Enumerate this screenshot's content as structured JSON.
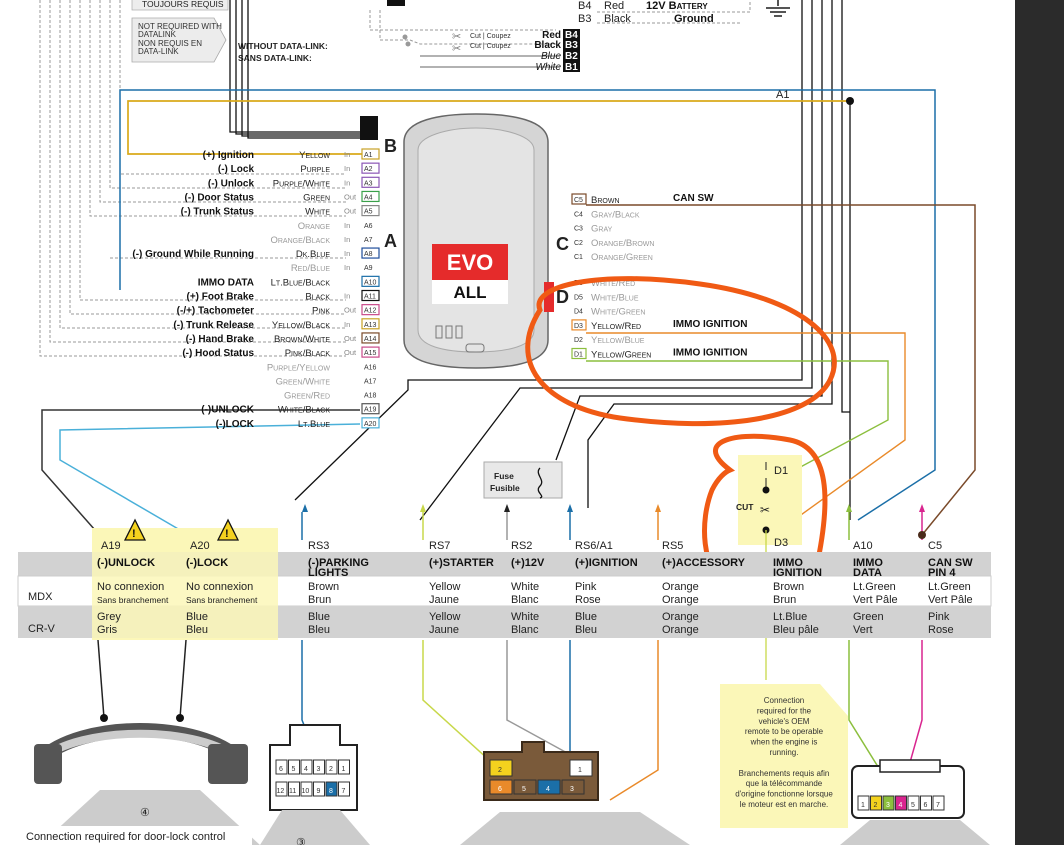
{
  "top": {
    "toujours": "TOUJOURS REQUIS",
    "not_required": [
      "NOT REQUIRED WITH",
      "DATALINK",
      "NON REQUIS EN",
      "DATA-LINK"
    ],
    "without_datalink": [
      "WITHOUT DATA-LINK:",
      "SANS DATA-LINK:"
    ],
    "b4": "B4",
    "b4_color": "Red",
    "battery": "12V Battery",
    "b3": "B3",
    "b3_color": "Black",
    "ground": "Ground",
    "cut": "Cut | Coupez",
    "b_pins": [
      {
        "color": "Red",
        "pin": "B4"
      },
      {
        "color": "Black",
        "pin": "B3"
      },
      {
        "color": "Blue",
        "pin": "B2"
      },
      {
        "color": "White",
        "pin": "B1"
      }
    ],
    "a1": "A1"
  },
  "module": {
    "evo": "EVO",
    "all": "ALL",
    "label_a": "A",
    "label_b": "B",
    "label_c": "C",
    "label_d": "D"
  },
  "a_pins": [
    {
      "fn": "(+) Ignition",
      "wire": "Yellow",
      "io": "In",
      "pin": "A1",
      "active": true,
      "pc": "#c9a227"
    },
    {
      "fn": "(-) Lock",
      "wire": "Purple",
      "io": "In",
      "pin": "A2",
      "active": true,
      "pc": "#8a56b5"
    },
    {
      "fn": "(-) Unlock",
      "wire": "Purple/White",
      "io": "In",
      "pin": "A3",
      "active": true,
      "pc": "#8a56b5"
    },
    {
      "fn": "(-) Door Status",
      "wire": "Green",
      "io": "Out",
      "pin": "A4",
      "active": true,
      "pc": "#3aa04a"
    },
    {
      "fn": "(-) Trunk Status",
      "wire": "White",
      "io": "Out",
      "pin": "A5",
      "active": true,
      "pc": "#888888"
    },
    {
      "fn": "",
      "wire": "Orange",
      "io": "In",
      "pin": "A6",
      "active": false,
      "pc": ""
    },
    {
      "fn": "",
      "wire": "Orange/Black",
      "io": "In",
      "pin": "A7",
      "active": false,
      "pc": ""
    },
    {
      "fn": "(-) Ground While Running",
      "wire": "Dk.Blue",
      "io": "In",
      "pin": "A8",
      "active": true,
      "pc": "#1f4d9a"
    },
    {
      "fn": "",
      "wire": "Red/Blue",
      "io": "In",
      "pin": "A9",
      "active": false,
      "pc": ""
    },
    {
      "fn": "IMMO DATA",
      "wire": "Lt.Blue/Black",
      "io": "",
      "pin": "A10",
      "active": true,
      "pc": "#1b6fa8"
    },
    {
      "fn": "(+) Foot Brake",
      "wire": "Black",
      "io": "In",
      "pin": "A11",
      "active": true,
      "pc": "#111111"
    },
    {
      "fn": "(-/+) Tachometer",
      "wire": "Pink",
      "io": "Out",
      "pin": "A12",
      "active": true,
      "pc": "#c94a8a"
    },
    {
      "fn": "(-) Trunk Release",
      "wire": "Yellow/Black",
      "io": "In",
      "pin": "A13",
      "active": true,
      "pc": "#c9a227"
    },
    {
      "fn": "(-) Hand Brake",
      "wire": "Brown/White",
      "io": "Out",
      "pin": "A14",
      "active": true,
      "pc": "#7a4a2a"
    },
    {
      "fn": "(-) Hood Status",
      "wire": "Pink/Black",
      "io": "Out",
      "pin": "A15",
      "active": true,
      "pc": "#c94a8a"
    },
    {
      "fn": "",
      "wire": "Purple/Yellow",
      "io": "",
      "pin": "A16",
      "active": false,
      "pc": ""
    },
    {
      "fn": "",
      "wire": "Green/White",
      "io": "",
      "pin": "A17",
      "active": false,
      "pc": ""
    },
    {
      "fn": "",
      "wire": "Green/Red",
      "io": "",
      "pin": "A18",
      "active": false,
      "pc": ""
    },
    {
      "fn": "(-)UNLOCK",
      "wire": "White/Black",
      "io": "",
      "pin": "A19",
      "active": true,
      "pc": "#555555"
    },
    {
      "fn": "(-)LOCK",
      "wire": "Lt.Blue",
      "io": "",
      "pin": "A20",
      "active": true,
      "pc": "#4ab0d9"
    }
  ],
  "c_pins": [
    {
      "pin": "C5",
      "wire": "Brown",
      "fn": "CAN SW",
      "active": true
    },
    {
      "pin": "C4",
      "wire": "Gray/Black",
      "fn": "",
      "active": false
    },
    {
      "pin": "C3",
      "wire": "Gray",
      "fn": "",
      "active": false
    },
    {
      "pin": "C2",
      "wire": "Orange/Brown",
      "fn": "",
      "active": false
    },
    {
      "pin": "C1",
      "wire": "Orange/Green",
      "fn": "",
      "active": false
    }
  ],
  "d_pins": [
    {
      "pin": "D6",
      "wire": "White/Red",
      "fn": "",
      "active": false
    },
    {
      "pin": "D5",
      "wire": "White/Blue",
      "fn": "",
      "active": false
    },
    {
      "pin": "D4",
      "wire": "White/Green",
      "fn": "",
      "active": false
    },
    {
      "pin": "D3",
      "wire": "Yellow/Red",
      "fn": "IMMO IGNITION",
      "active": true
    },
    {
      "pin": "D2",
      "wire": "Yellow/Blue",
      "fn": "",
      "active": false
    },
    {
      "pin": "D1",
      "wire": "Yellow/Green",
      "fn": "IMMO IGNITION",
      "active": true
    }
  ],
  "fuse": {
    "l1": "Fuse",
    "l2": "Fusible"
  },
  "cut_detail": {
    "d1": "D1",
    "d3": "D3",
    "cut": "CUT"
  },
  "table": {
    "rows": [
      "MDX",
      "CR-V"
    ],
    "columns": [
      {
        "pin": "A19",
        "title": "(-)UNLOCK",
        "title2": "",
        "mdx": [
          "No connexion",
          "Sans branchement"
        ],
        "crv": [
          "Grey",
          "Gris"
        ],
        "warn": true
      },
      {
        "pin": "A20",
        "title": "(-)LOCK",
        "title2": "",
        "mdx": [
          "No connexion",
          "Sans branchement"
        ],
        "crv": [
          "Blue",
          "Bleu"
        ],
        "warn": true
      },
      {
        "pin": "RS3",
        "title": "(-)PARKING",
        "title2": "LIGHTS",
        "mdx": [
          "Brown",
          "Brun"
        ],
        "crv": [
          "Blue",
          "Bleu"
        ]
      },
      {
        "pin": "RS7",
        "title": "(+)STARTER",
        "title2": "",
        "mdx": [
          "Yellow",
          "Jaune"
        ],
        "crv": [
          "Yellow",
          "Jaune"
        ]
      },
      {
        "pin": "RS2",
        "title": "(+)12V",
        "title2": "",
        "mdx": [
          "White",
          "Blanc"
        ],
        "crv": [
          "White",
          "Blanc"
        ]
      },
      {
        "pin": "RS6/A1",
        "title": "(+)IGNITION",
        "title2": "",
        "mdx": [
          "Pink",
          "Rose"
        ],
        "crv": [
          "Blue",
          "Bleu"
        ]
      },
      {
        "pin": "RS5",
        "title": "(+)ACCESSORY",
        "title2": "",
        "mdx": [
          "Orange",
          "Orange"
        ],
        "crv": [
          "Orange",
          "Orange"
        ]
      },
      {
        "pin": "",
        "title": "IMMO",
        "title2": "IGNITION",
        "mdx": [
          "Brown",
          "Brun"
        ],
        "crv": [
          "Lt.Blue",
          "Bleu pâle"
        ]
      },
      {
        "pin": "A10",
        "title": "IMMO",
        "title2": "DATA",
        "mdx": [
          "Lt.Green",
          "Vert Pâle"
        ],
        "crv": [
          "Green",
          "Vert"
        ]
      },
      {
        "pin": "C5",
        "title": "CAN SW",
        "title2": "PIN 4",
        "mdx": [
          "Lt.Green",
          "Vert Pâle"
        ],
        "crv": [
          "Pink",
          "Rose"
        ]
      }
    ]
  },
  "bottom": {
    "circle4": "④",
    "circle3": "③",
    "door_lock_note": "Connection required for door-lock control",
    "connection_note": [
      "Connection",
      "required for the",
      "vehicle's OEM",
      "remote to be operable",
      "when the engine is",
      "running.",
      "",
      "Branchements requis afin",
      "que la télécommande",
      "d'origine fonctionne lorsque",
      "le moteur est en marche."
    ],
    "plug_top": [
      "6",
      "5",
      "4",
      "3",
      "2",
      "1"
    ],
    "plug_bottom": [
      "12",
      "11",
      "10",
      "9",
      "8",
      "7"
    ],
    "ign_top": [
      "2",
      "1"
    ],
    "ign_bottom": [
      "6",
      "5",
      "4",
      "3"
    ],
    "can_pins": [
      "1",
      "2",
      "3",
      "4",
      "5",
      "6",
      "7"
    ]
  },
  "colors": {
    "orange_highlight": "#f05a14",
    "yellow_bg": "#fbf7b8",
    "table_gray": "#d2d2d2"
  }
}
